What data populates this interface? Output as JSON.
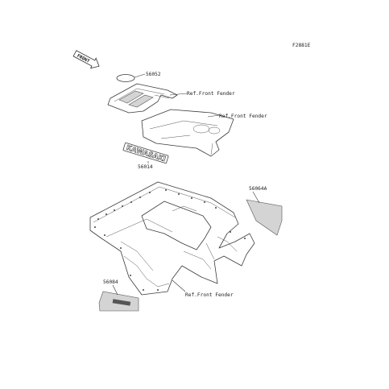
{
  "figure_code": "F2881E",
  "front_marker": "FRONT",
  "parts": [
    {
      "id": "56052"
    },
    {
      "id": "56014"
    },
    {
      "id": "56064A"
    },
    {
      "id": "56084"
    }
  ],
  "references": [
    "Ref.Front Fender",
    "Ref.Front Fender",
    "Ref.Front Fender"
  ],
  "decal_text": "KAWASAKI"
}
